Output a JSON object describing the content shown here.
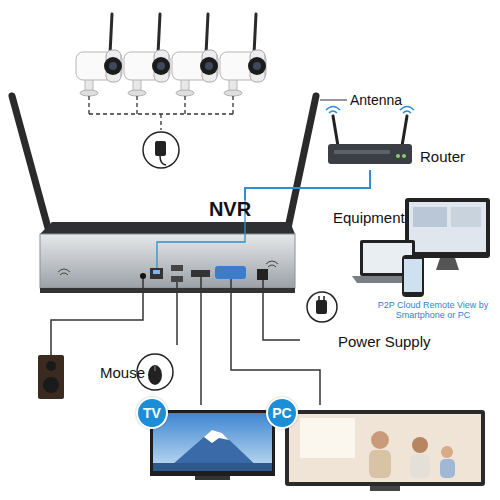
{
  "diagram": {
    "nodes": [
      {
        "text": [
          "NVR"
        ]
      },
      {
        "text": [
          "Router"
        ]
      },
      {
        "text": [
          "Equipment",
          "P2P Cloud Remote View by Smartphone or PC"
        ]
      },
      {
        "text": [
          "Mouse"
        ]
      },
      {
        "text": [
          "Power Supply"
        ]
      },
      {
        "text": [
          "TV"
        ]
      },
      {
        "text": [
          "PC"
        ]
      }
    ],
    "edges": [
      {
        "from": 1,
        "to": 0,
        "arrow": "none"
      },
      {
        "from": 0,
        "to": 3,
        "arrow": "none"
      },
      {
        "from": 0,
        "to": 4,
        "arrow": "none"
      },
      {
        "from": 0,
        "to": 5,
        "arrow": "none"
      },
      {
        "from": 0,
        "to": 6,
        "arrow": "none"
      }
    ],
    "labels": [
      "Antenna"
    ]
  }
}
